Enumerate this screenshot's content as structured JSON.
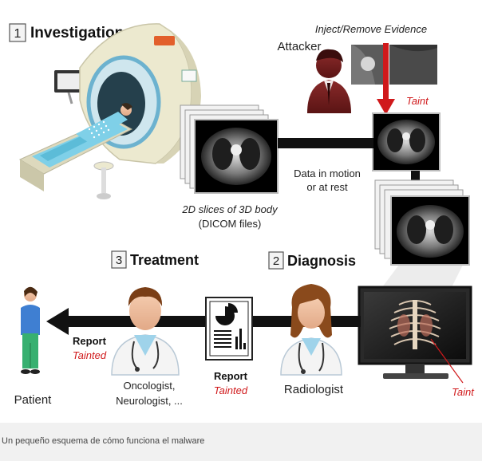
{
  "steps": {
    "investigation": {
      "number": "1",
      "label": "Investigation"
    },
    "treatment": {
      "number": "3",
      "label": "Treatment"
    },
    "diagnosis": {
      "number": "2",
      "label": "Diagnosis"
    }
  },
  "attacker": {
    "action": "Inject/Remove Evidence",
    "label": "Attacker",
    "taint": "Taint"
  },
  "data_transfer": {
    "line1": "Data in motion",
    "line2": "or at rest"
  },
  "dicom": {
    "line1": "2D slices of 3D body",
    "line2": "(DICOM files)"
  },
  "report_left": {
    "label": "Report",
    "status": "Tainted"
  },
  "report_center": {
    "label": "Report",
    "status": "Tainted"
  },
  "monitor_taint": "Taint",
  "people": {
    "patient": "Patient",
    "specialists_line1": "Oncologist,",
    "specialists_line2": "Neurologist, ...",
    "radiologist": "Radiologist"
  },
  "caption": "Un pequeño esquema de cómo funciona el malware",
  "colors": {
    "taint": "#d0191b",
    "arrow": "#111111",
    "ct_body": "#ece9cf",
    "scrub": "#7fd0e8"
  }
}
